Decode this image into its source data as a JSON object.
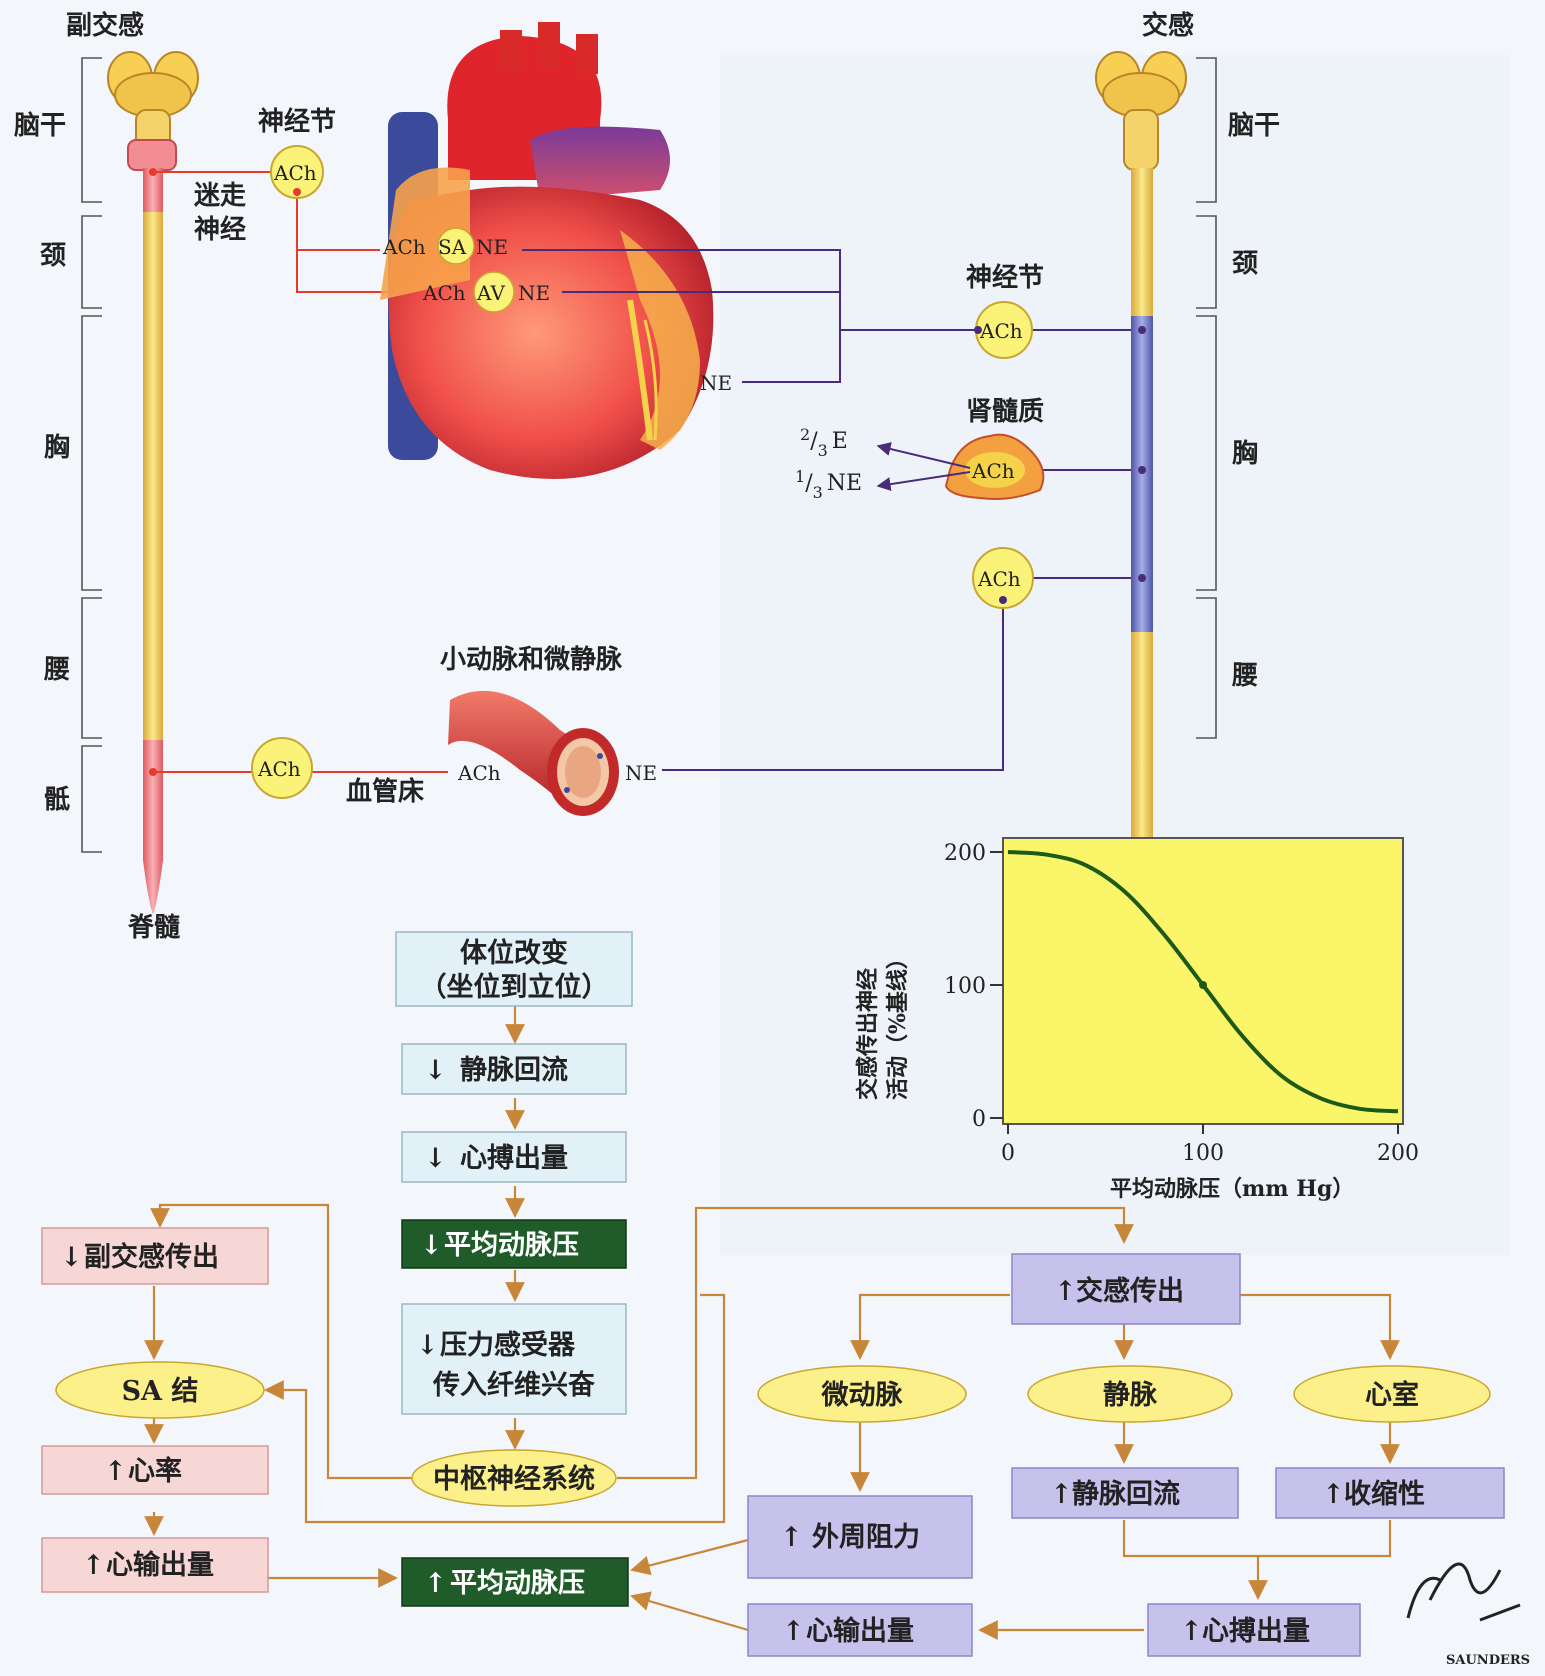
{
  "labels": {
    "parasympathetic": "副交感",
    "sympathetic": "交感",
    "brainstem": "脑干",
    "neck": "颈",
    "chest": "胸",
    "lumbar": "腰",
    "sacral": "骶",
    "spinal_cord": "脊髓",
    "ganglion": "神经节",
    "vagus_line1": "迷走",
    "vagus_line2": "神经",
    "adrenal_medulla": "肾髓质",
    "vessels_title": "小动脉和微静脉",
    "vascular_bed": "血管床",
    "ach": "ACh",
    "ne": "NE",
    "sa": "SA",
    "av": "AV",
    "e_frac_num": "2",
    "e_frac_den": "3",
    "e_label": "E",
    "ne_frac_num": "1",
    "ne_frac_den": "3",
    "ne_label": "NE"
  },
  "chart_data": {
    "type": "line",
    "xlabel": "平均动脉压（mm Hg）",
    "ylabel_line1": "交感传出神经",
    "ylabel_line2": "活动（%基线）",
    "xlim": [
      0,
      200
    ],
    "ylim": [
      0,
      200
    ],
    "x_ticks": [
      "0",
      "100",
      "200"
    ],
    "y_ticks": [
      "0",
      "100",
      "200"
    ],
    "x": [
      0,
      20,
      40,
      60,
      80,
      100,
      120,
      140,
      160,
      180,
      200
    ],
    "y": [
      200,
      198,
      190,
      170,
      138,
      100,
      62,
      32,
      15,
      7,
      5
    ],
    "point": {
      "x": 100,
      "y": 100
    },
    "background": "#fbf56a",
    "line_color": "#1d5a18"
  },
  "flow": {
    "posture": [
      "体位改变",
      "（坐位到立位）"
    ],
    "venous_return_down": "静脉回流",
    "stroke_volume_down": "心搏出量",
    "map_down": "平均动脉压",
    "baroreceptor": [
      "压力感受器",
      "传入纤维兴奋"
    ],
    "cns": "中枢神经系统",
    "parasym_out": "副交感传出",
    "sa_node": "SA  结",
    "heart_rate": "心率",
    "cardiac_output_left": "心输出量",
    "map_up": "平均动脉压",
    "sym_out": "交感传出",
    "arterioles": "微动脉",
    "veins": "静脉",
    "ventricles": "心室",
    "venous_return_up": "静脉回流",
    "contractility": "收缩性",
    "peripheral_resistance": "外周阻力",
    "cardiac_output_right": "心输出量",
    "stroke_volume_up": "心搏出量",
    "arrow_up": "↑",
    "arrow_down": "↓"
  },
  "signature": "F. Netter M.D.",
  "publisher": "SAUNDERS",
  "colors": {
    "para_line": "#e8392b",
    "sym_line": "#4a2a7a",
    "flow_line": "#c8863a",
    "pink_box": "#f7d6d6",
    "blue_box": "#e2f1f7",
    "green_box": "#1f5c2a",
    "lav_box": "#c7c2ec",
    "oval": "#fbf08a"
  }
}
